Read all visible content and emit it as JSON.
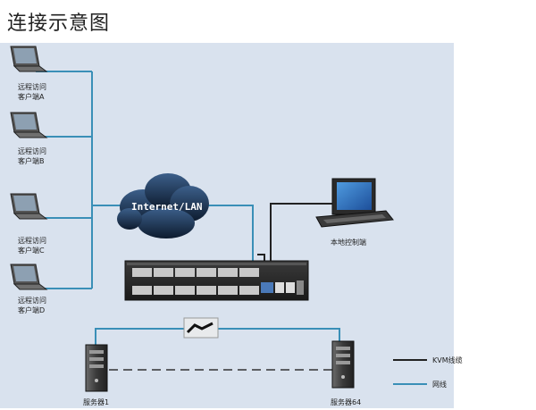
{
  "title": "连接示意图",
  "clients": [
    {
      "line1": "远程访问",
      "line2": "客户端A"
    },
    {
      "line1": "远程访问",
      "line2": "客户端B"
    },
    {
      "line1": "远程访问",
      "line2": "客户端C"
    },
    {
      "line1": "远程访问",
      "line2": "客户端D"
    }
  ],
  "cloud": {
    "label": "Internet/LAN"
  },
  "local_console": {
    "label": "本地控制端"
  },
  "servers": [
    {
      "label": "服务器1"
    },
    {
      "label": "服务器64"
    }
  ],
  "legend": {
    "kvm_cable": "KVM线缆",
    "network": "网线"
  },
  "colors": {
    "panel_bg": "#d9e2ee",
    "network_line": "#3a8fb7",
    "kvm_line": "#222222",
    "device_dark": "#2a2a2a"
  }
}
